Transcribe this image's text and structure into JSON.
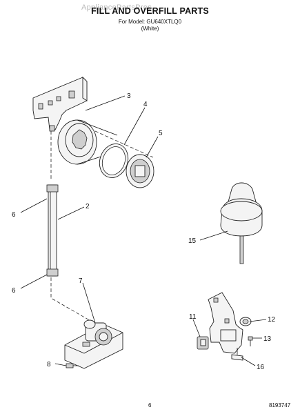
{
  "watermark": "AppliancePartsPros",
  "header": {
    "title": "FILL AND OVERFILL PARTS",
    "model_line": "For Model: GU640XTLQ0",
    "color_line": "(White)"
  },
  "callouts": {
    "c2": "2",
    "c3": "3",
    "c4": "4",
    "c5": "5",
    "c6a": "6",
    "c6b": "6",
    "c7": "7",
    "c8": "8",
    "c11": "11",
    "c12": "12",
    "c13": "13",
    "c15": "15",
    "c16": "16"
  },
  "footer": {
    "page_number": "6",
    "document_number": "8193747"
  }
}
